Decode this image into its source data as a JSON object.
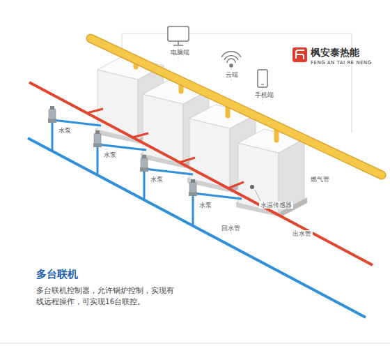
{
  "diagram": {
    "title": "多台联机",
    "caption": "多台联机控制器，允许锅炉控制，实现有 线远程操作，可实现16台联控。",
    "labels": [
      "枫安泰热能",
      "FENG AN TAI RE NENG",
      "电脑端",
      "云端",
      "手机端",
      "水泵",
      "水泵",
      "水泵",
      "水泵",
      "燃气管",
      "水温传感器",
      "出水管",
      "回水管"
    ]
  }
}
